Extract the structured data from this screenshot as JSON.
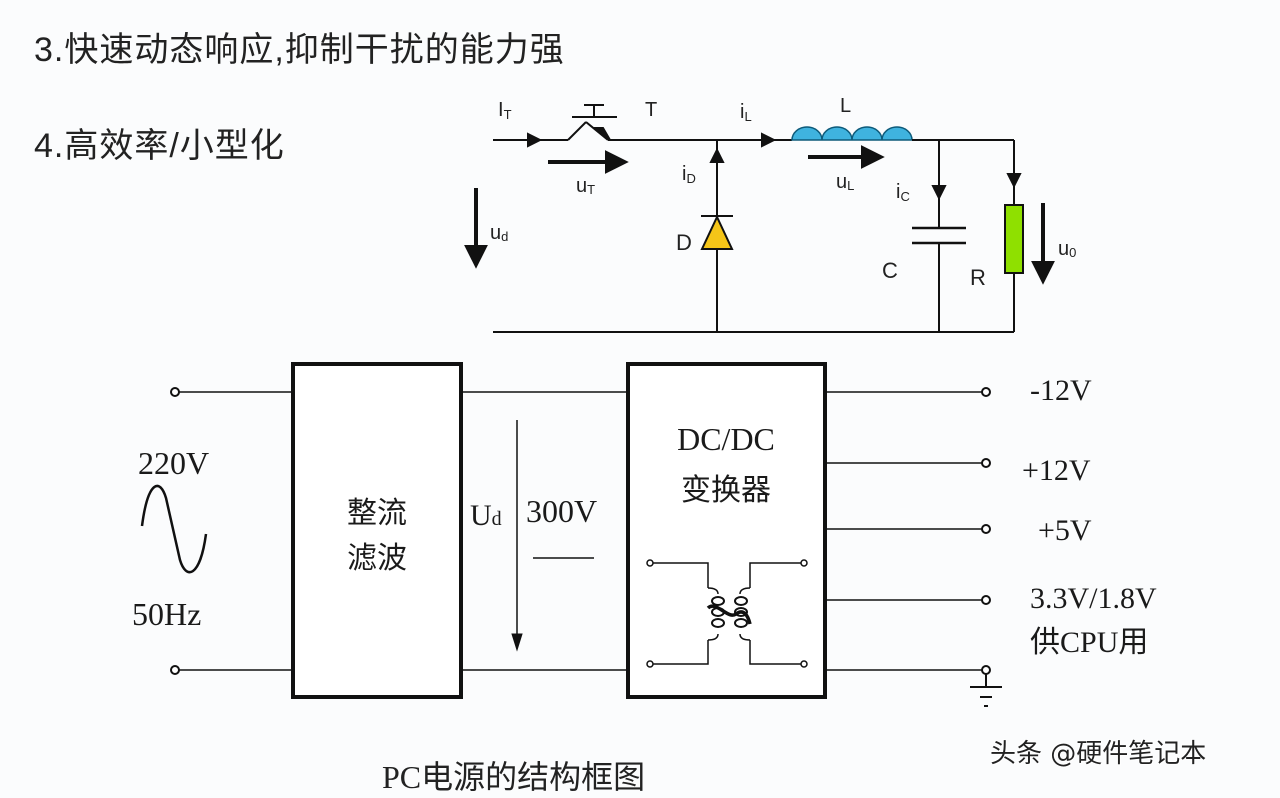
{
  "headings": {
    "point3": "3.快速动态响应,抑制干扰的能力强",
    "point4": "4.高效率/小型化"
  },
  "buck_circuit": {
    "labels": {
      "IT": "I",
      "IT_sub": "T",
      "T": "T",
      "iL": "i",
      "iL_sub": "L",
      "L": "L",
      "uT": "u",
      "uT_sub": "T",
      "iD": "i",
      "iD_sub": "D",
      "uL": "u",
      "uL_sub": "L",
      "iC": "i",
      "iC_sub": "C",
      "ud": "u",
      "ud_sub": "d",
      "D": "D",
      "C": "C",
      "R": "R",
      "u0": "u",
      "u0_sub": "0"
    },
    "colors": {
      "diode": "#f5c518",
      "inductor": "#3fb3df",
      "resistor": "#8fe000"
    }
  },
  "block_diagram": {
    "input_voltage": "220V",
    "input_frequency": "50Hz",
    "rectifier_block": [
      "整流",
      "滤波"
    ],
    "dc_bus_label": "U",
    "dc_bus_sub": "d",
    "dc_bus_voltage": "300V",
    "converter_block": [
      "DC/DC",
      "变换器"
    ],
    "outputs": [
      "-12V",
      "+12V",
      "+5V",
      "3.3V/1.8V"
    ],
    "output_note": "供CPU用"
  },
  "caption": "PC电源的结构框图",
  "watermark": "头条 @硬件笔记本"
}
